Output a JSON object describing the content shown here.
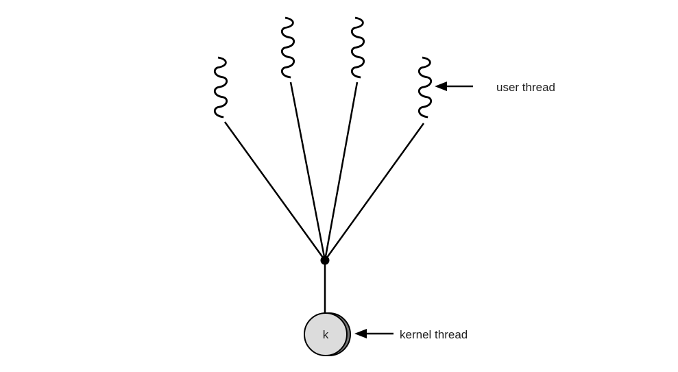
{
  "title": "Many-to-one threading model",
  "labels": {
    "user_thread": "user thread",
    "kernel_thread": "kernel thread",
    "kernel_symbol": "k"
  },
  "counts": {
    "user_threads": 4,
    "kernel_threads": 1
  },
  "colors": {
    "stroke": "#000000",
    "kernel_fill": "#dcdcdc",
    "kernel_shadow": "#777777",
    "text": "#222222"
  }
}
